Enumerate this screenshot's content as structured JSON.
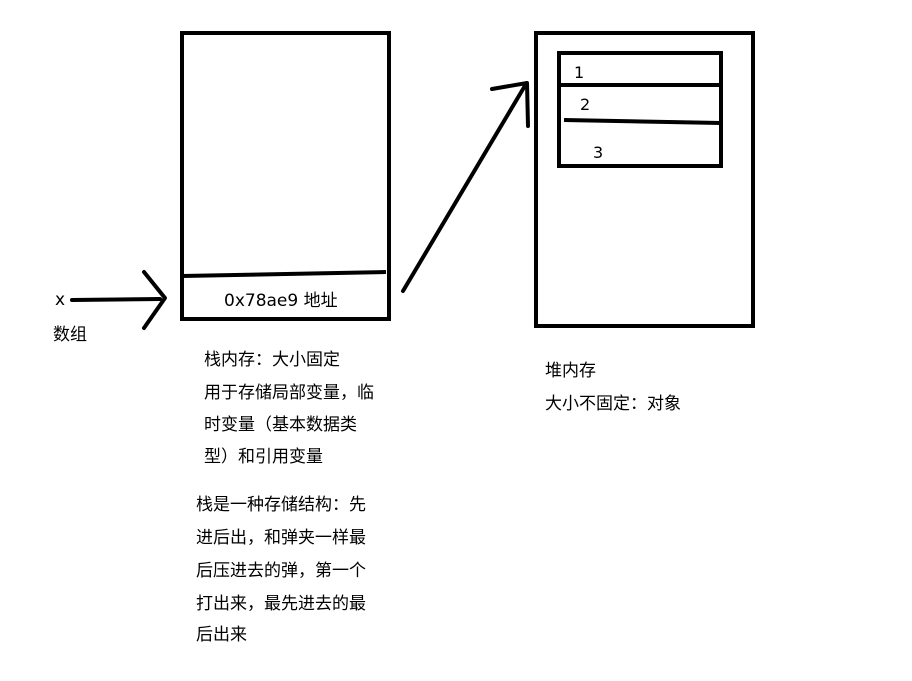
{
  "variable": {
    "name": "x",
    "type": "数组"
  },
  "stack": {
    "address_cell": "0x78ae9 地址",
    "notes_1": [
      "栈内存：大小固定",
      "用于存储局部变量，临",
      "时变量（基本数据类",
      "型）和引用变量"
    ],
    "notes_2": [
      "栈是一种存储结构：先",
      "进后出，和弹夹一样最",
      "后压进去的弹，第一个",
      "打出来，最先进去的最",
      "后出来"
    ]
  },
  "heap": {
    "array_items": [
      "1",
      "2",
      "3"
    ],
    "notes": [
      "堆内存",
      "大小不固定：对象"
    ]
  },
  "colors": {
    "ink": "#000000",
    "background": "#ffffff"
  }
}
